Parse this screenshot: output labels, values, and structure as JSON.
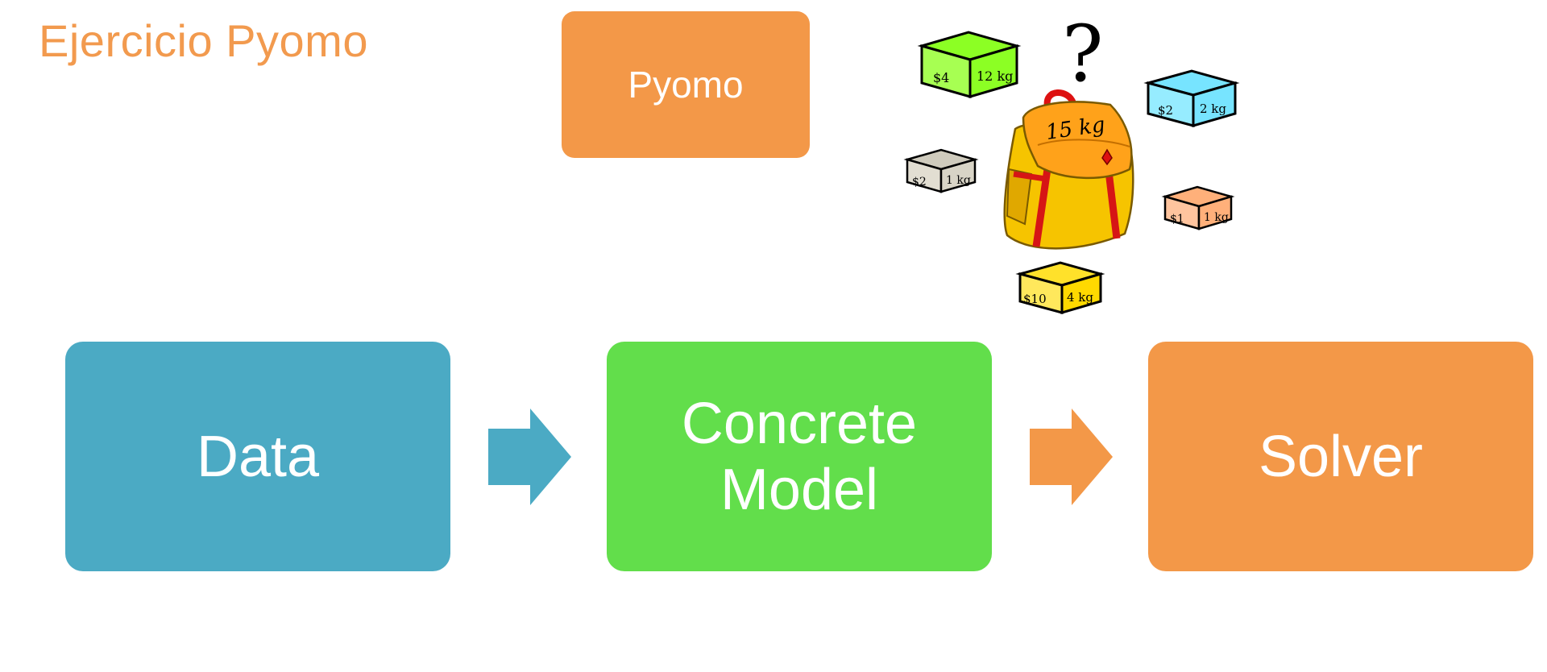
{
  "slide": {
    "title": "Ejercicio Pyomo",
    "header_box_label": "Pyomo"
  },
  "flow": {
    "steps": [
      {
        "label": "Data"
      },
      {
        "label_line1": "Concrete",
        "label_line2": "Model"
      },
      {
        "label": "Solver"
      }
    ]
  },
  "knapsack": {
    "capacity_label": "15 kg",
    "question_mark": "?",
    "items": [
      {
        "price": "$4",
        "weight": "12 kg"
      },
      {
        "price": "$2",
        "weight": "2 kg"
      },
      {
        "price": "$2",
        "weight": "1 kg"
      },
      {
        "price": "$1",
        "weight": "1 kg"
      },
      {
        "price": "$10",
        "weight": "4 kg"
      }
    ]
  },
  "colors": {
    "data": "#4baac4",
    "model": "#62de4b",
    "solver": "#f39848",
    "title": "#f29a4e"
  }
}
